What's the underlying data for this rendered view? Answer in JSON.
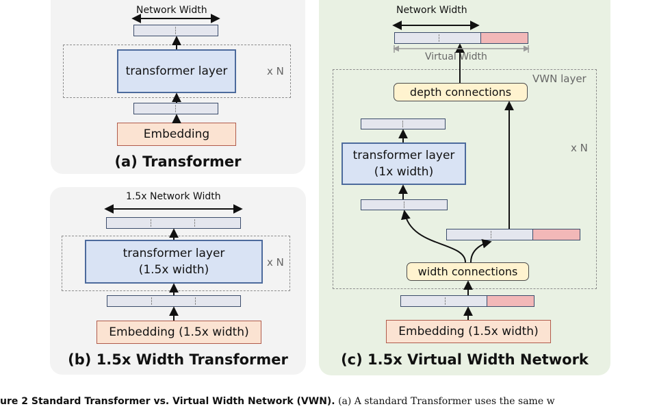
{
  "panel_a": {
    "width_label": "Network Width",
    "layer_label": "transformer layer",
    "repeat_label": "x N",
    "embedding_label": "Embedding",
    "title": "(a) Transformer"
  },
  "panel_b": {
    "width_label": "1.5x Network Width",
    "layer_line1": "transformer layer",
    "layer_line2": "(1.5x width)",
    "repeat_label": "x N",
    "embedding_label": "Embedding (1.5x width)",
    "title": "(b) 1.5x Width Transformer"
  },
  "panel_c": {
    "width_label": "Network Width",
    "virtual_width_label": "Virtual Width",
    "vwn_layer_label": "VWN layer",
    "depth_label": "depth connections",
    "layer_line1": "transformer layer",
    "layer_line2": "(1x width)",
    "repeat_label": "x N",
    "width_conn_label": "width connections",
    "embedding_label": "Embedding (1.5x width)",
    "title": "(c) 1.5x Virtual Width Network"
  },
  "caption": {
    "bold": "ure 2  Standard Transformer vs. Virtual Width Network (VWN).",
    "rest": " (a) A standard Transformer uses the same w"
  },
  "colors": {
    "layer_fill": "#d9e3f4",
    "embedding_fill": "#fbe3d2",
    "connection_fill": "#fff3cf",
    "virtual_segment": "#f2b8b8",
    "panel_c_bg": "#e9f1e3"
  }
}
